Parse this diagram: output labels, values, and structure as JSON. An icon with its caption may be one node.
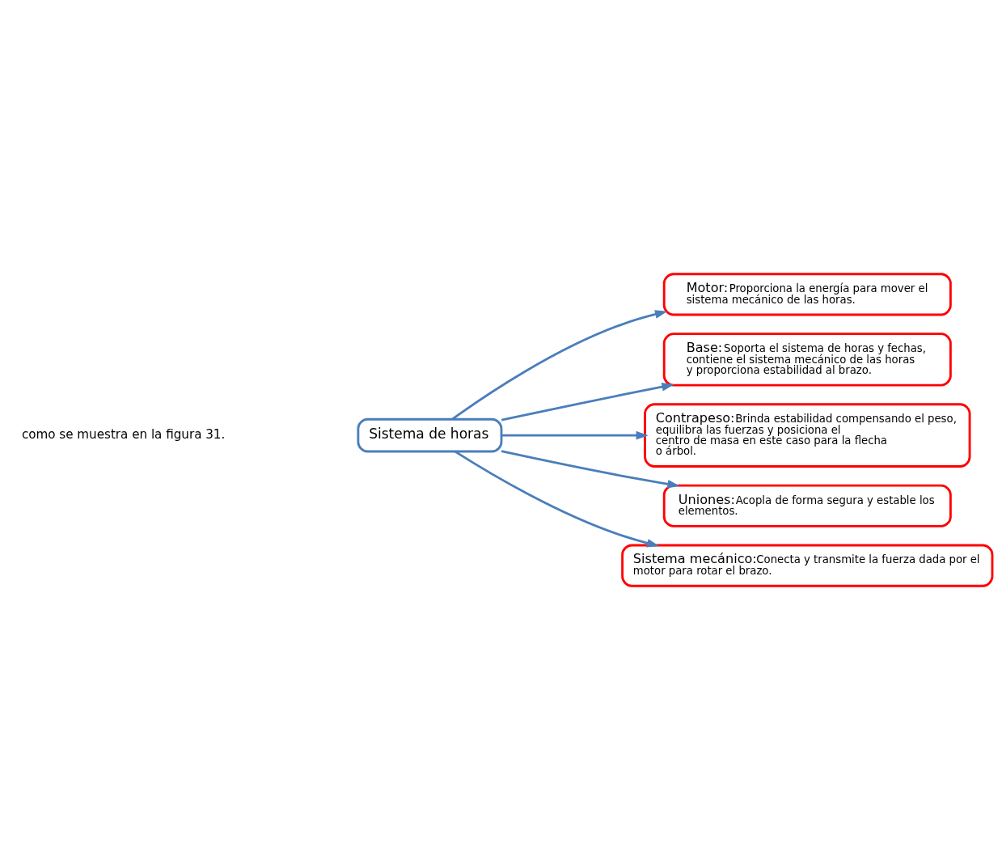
{
  "diagram": {
    "nodes": [
      {
        "text": [
          "Sistema de horas"
        ]
      },
      {
        "text": [
          "Motor:",
          "Proporciona la energía para mover el sistema mecánico de las horas."
        ]
      },
      {
        "text": [
          "Base:",
          "Soporta el sistema de horas y fechas, contiene el sistema mecánico de las horas y proporciona estabilidad al brazo."
        ]
      },
      {
        "text": [
          "Contrapeso:",
          "Brinda estabilidad compensando el peso, equilibra las fuerzas y posiciona el centro de masa en este caso para la flecha o árbol."
        ]
      },
      {
        "text": [
          "Uniones:",
          "Acopla de forma segura y estable los elementos."
        ]
      },
      {
        "text": [
          "Sistema mecánico:",
          "Conecta y transmite la fuerza dada por el motor para rotar el brazo."
        ]
      }
    ],
    "edges": [
      {
        "from": 0,
        "to": 1,
        "arrow": "to"
      },
      {
        "from": 0,
        "to": 2,
        "arrow": "to"
      },
      {
        "from": 0,
        "to": 3,
        "arrow": "to"
      },
      {
        "from": 0,
        "to": 4,
        "arrow": "to"
      },
      {
        "from": 0,
        "to": 5,
        "arrow": "to"
      }
    ],
    "labels": [
      "como se muestra en la figura 31."
    ]
  }
}
